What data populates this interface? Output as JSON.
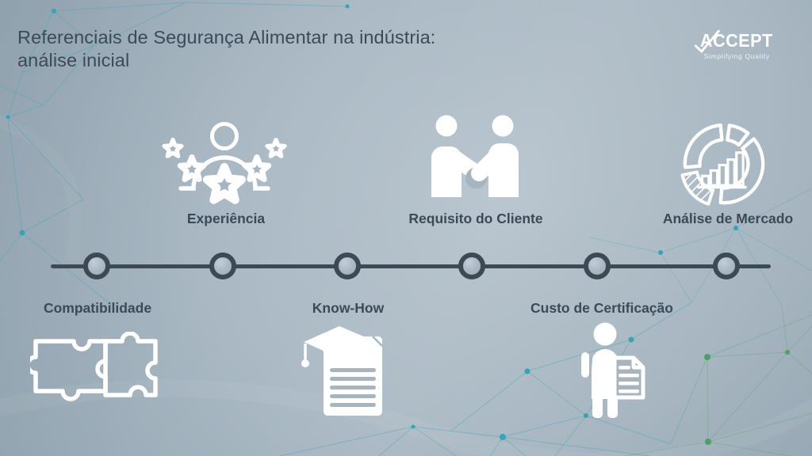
{
  "slide": {
    "title_line1": "Referenciais de Segurança Alimentar na indústria:",
    "title_line2": "análise inicial"
  },
  "logo": {
    "name": "ACCEPT",
    "tagline": "Simplifying Quality"
  },
  "timeline": {
    "items": [
      {
        "label": "Compatibilidade",
        "position": "below",
        "icon": "puzzle-icon"
      },
      {
        "label": "Experiência",
        "position": "above",
        "icon": "person-stars-icon"
      },
      {
        "label": "Know-How",
        "position": "below",
        "icon": "graduation-document-icon"
      },
      {
        "label": "Requisito do Cliente",
        "position": "above",
        "icon": "handshake-icon"
      },
      {
        "label": "Custo de Certificação",
        "position": "below",
        "icon": "person-document-icon"
      },
      {
        "label": "Análise de Mercado",
        "position": "above",
        "icon": "donut-chart-icon"
      }
    ]
  },
  "colors": {
    "title_text": "#3b4a58",
    "label_text": "#3b4a58",
    "timeline": "#3d4955",
    "icon": "#ffffff",
    "background_light": "#b6c3cd",
    "background_dark": "#8c9fac",
    "network_teal": "#3fa9bc",
    "network_green": "#63a97c"
  }
}
